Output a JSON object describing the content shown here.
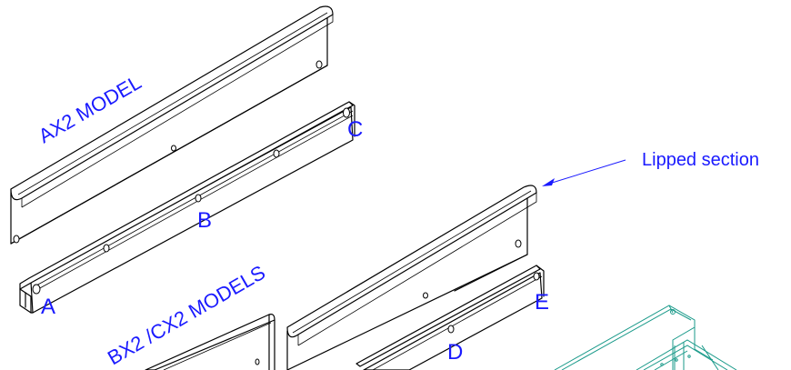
{
  "labels": {
    "ax2_model": "AX2 MODEL",
    "bx2_cx2_models": "BX2 /CX2  MODELS",
    "lipped_section": "Lipped section",
    "a": "A",
    "b": "B",
    "c": "C",
    "d": "D",
    "e": "E"
  },
  "colors": {
    "label": "#1a1aff",
    "line": "#000000",
    "frame": "#1a9a8a"
  }
}
